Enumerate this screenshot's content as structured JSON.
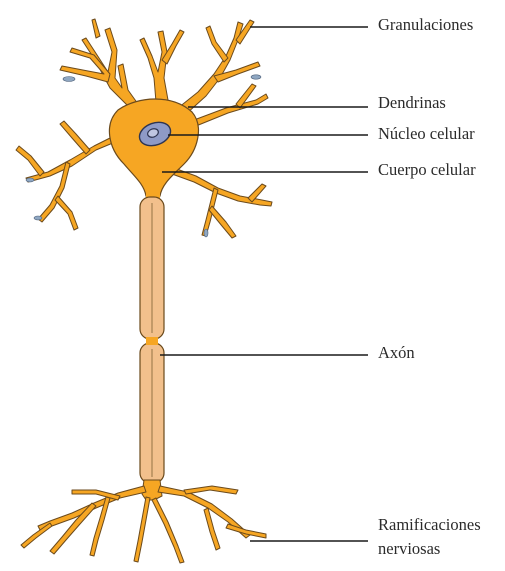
{
  "labels": {
    "granulaciones": "Granulaciones",
    "dendrinas": "Dendrinas",
    "nucleo": "Núcleo celular",
    "cuerpo": "Cuerpo celular",
    "axon": "Axón",
    "ramificaciones_1": "Ramificaciones",
    "ramificaciones_2": "nerviosas"
  },
  "colors": {
    "cell_fill": "#f6a623",
    "cell_outline": "#6b4a1c",
    "axon_fill": "#f2c08c",
    "nucleus_fill": "#8e9ac6",
    "nucleolus_fill": "#bfc6e2",
    "dendrite_tip": "#8fa7c2",
    "leader_line": "#1a1a1a"
  }
}
